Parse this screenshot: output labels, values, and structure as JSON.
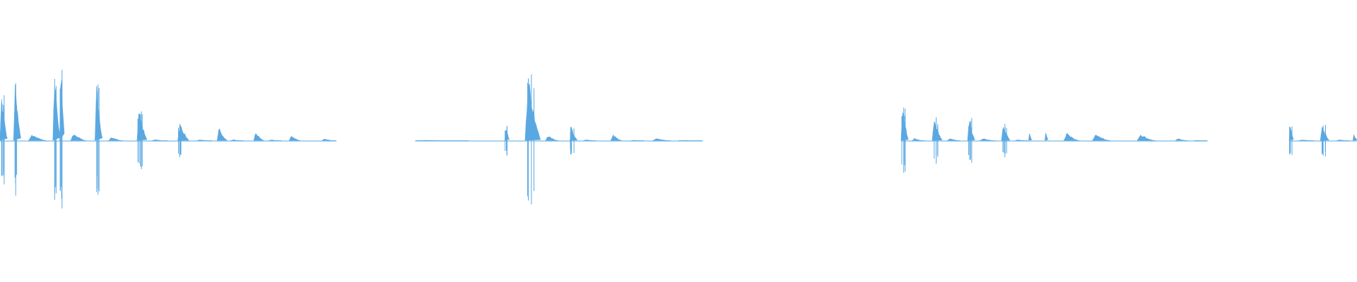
{
  "waveform": {
    "color": "#5aa8e2",
    "background": "#ffffff",
    "duration_fraction_visible": 1.0,
    "segments": [
      {
        "name": "group-1",
        "events": [
          {
            "t": 0.0,
            "w": 0.006,
            "a": 0.36
          },
          {
            "t": 0.01,
            "w": 0.006,
            "a": 0.44
          },
          {
            "t": 0.021,
            "w": 0.014,
            "a": 0.05
          },
          {
            "t": 0.039,
            "w": 0.006,
            "a": 0.53
          },
          {
            "t": 0.044,
            "w": 0.004,
            "a": 0.6
          },
          {
            "t": 0.052,
            "w": 0.012,
            "a": 0.06
          },
          {
            "t": 0.07,
            "w": 0.006,
            "a": 0.44
          },
          {
            "t": 0.08,
            "w": 0.011,
            "a": 0.03
          },
          {
            "t": 0.101,
            "w": 0.008,
            "a": 0.25
          },
          {
            "t": 0.112,
            "w": 0.012,
            "a": 0.01
          },
          {
            "t": 0.131,
            "w": 0.009,
            "a": 0.14
          },
          {
            "t": 0.145,
            "w": 0.012,
            "a": 0.01
          },
          {
            "t": 0.16,
            "w": 0.008,
            "a": 0.1
          },
          {
            "t": 0.17,
            "w": 0.01,
            "a": 0.01
          },
          {
            "t": 0.187,
            "w": 0.008,
            "a": 0.07
          },
          {
            "t": 0.198,
            "w": 0.01,
            "a": 0.01
          },
          {
            "t": 0.213,
            "w": 0.009,
            "a": 0.04
          },
          {
            "t": 0.237,
            "w": 0.011,
            "a": 0.015
          }
        ]
      },
      {
        "name": "group-2",
        "events": [
          {
            "t": 0.306,
            "w": 0.04,
            "a": 0.005
          },
          {
            "t": 0.372,
            "w": 0.004,
            "a": 0.12
          },
          {
            "t": 0.387,
            "w": 0.012,
            "a": 0.52
          },
          {
            "t": 0.402,
            "w": 0.01,
            "a": 0.04
          },
          {
            "t": 0.42,
            "w": 0.006,
            "a": 0.11
          },
          {
            "t": 0.43,
            "w": 0.01,
            "a": 0.01
          },
          {
            "t": 0.45,
            "w": 0.009,
            "a": 0.05
          },
          {
            "t": 0.465,
            "w": 0.01,
            "a": 0.006
          },
          {
            "t": 0.481,
            "w": 0.014,
            "a": 0.02
          },
          {
            "t": 0.5,
            "w": 0.018,
            "a": 0.004
          }
        ]
      },
      {
        "name": "group-3",
        "events": [
          {
            "t": 0.664,
            "w": 0.006,
            "a": 0.26
          },
          {
            "t": 0.672,
            "w": 0.01,
            "a": 0.02
          },
          {
            "t": 0.687,
            "w": 0.008,
            "a": 0.18
          },
          {
            "t": 0.698,
            "w": 0.01,
            "a": 0.02
          },
          {
            "t": 0.713,
            "w": 0.006,
            "a": 0.18
          },
          {
            "t": 0.722,
            "w": 0.012,
            "a": 0.02
          },
          {
            "t": 0.738,
            "w": 0.007,
            "a": 0.13
          },
          {
            "t": 0.748,
            "w": 0.01,
            "a": 0.01
          },
          {
            "t": 0.758,
            "w": 0.003,
            "a": 0.06
          },
          {
            "t": 0.77,
            "w": 0.003,
            "a": 0.07
          },
          {
            "t": 0.784,
            "w": 0.012,
            "a": 0.06
          },
          {
            "t": 0.805,
            "w": 0.014,
            "a": 0.05
          },
          {
            "t": 0.838,
            "w": 0.014,
            "a": 0.05
          },
          {
            "t": 0.866,
            "w": 0.01,
            "a": 0.02
          },
          {
            "t": 0.88,
            "w": 0.01,
            "a": 0.005
          }
        ]
      },
      {
        "name": "group-4",
        "events": [
          {
            "t": 0.95,
            "w": 0.004,
            "a": 0.12
          },
          {
            "t": 0.957,
            "w": 0.012,
            "a": 0.01
          },
          {
            "t": 0.973,
            "w": 0.007,
            "a": 0.13
          },
          {
            "t": 0.985,
            "w": 0.01,
            "a": 0.01
          },
          {
            "t": 0.997,
            "w": 0.004,
            "a": 0.05
          }
        ]
      }
    ]
  }
}
